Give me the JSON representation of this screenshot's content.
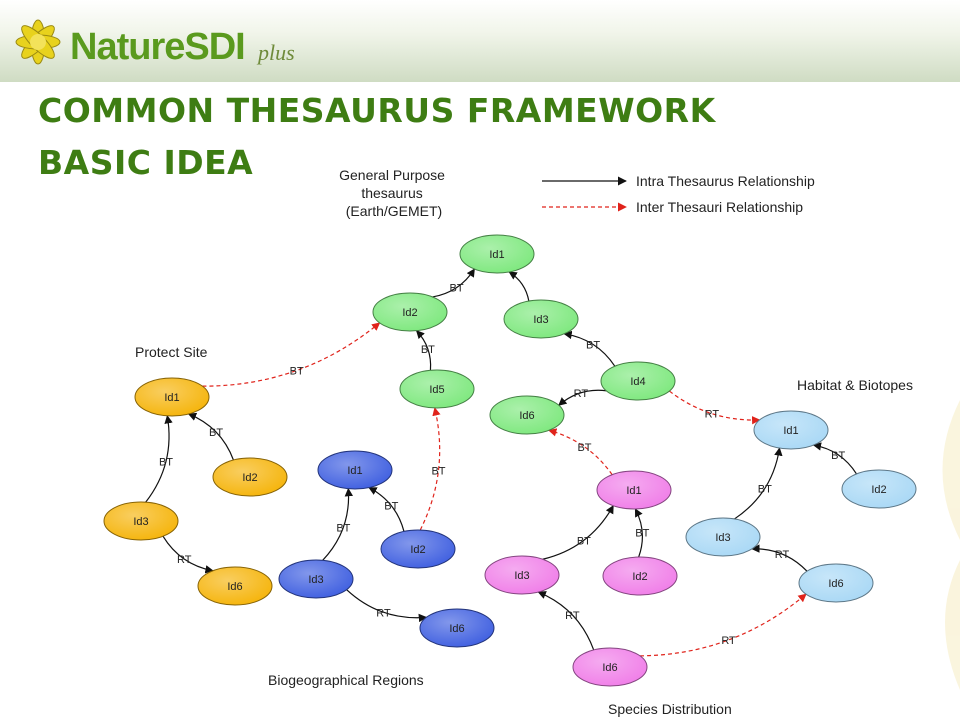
{
  "logo": {
    "brand": "NatureSDI",
    "suffix": "plus"
  },
  "title": {
    "line1": "COMMON THESAURUS FRAMEWORK",
    "line2": "BASIC IDEA"
  },
  "legend": {
    "intra": "Intra Thesaurus Relationship",
    "inter": "Inter Thesauri Relationship"
  },
  "groups": {
    "general": {
      "label": [
        "General Purpose",
        "thesaurus",
        "(Earth/GEMET)"
      ],
      "color": "#7ee87e"
    },
    "protect": {
      "label": [
        "Protect Site"
      ],
      "color": "#f5b40a"
    },
    "habitat": {
      "label": [
        "Habitat & Biotopes"
      ],
      "color": "#a9d8f5"
    },
    "bio": {
      "label": [
        "Biogeographical Regions"
      ],
      "color": "#3f5fe0"
    },
    "species": {
      "label": [
        "Species Distribution"
      ],
      "color": "#f07ee8"
    }
  },
  "nodes": [
    {
      "id": "g1",
      "group": "general",
      "label": "Id1"
    },
    {
      "id": "g2",
      "group": "general",
      "label": "Id2"
    },
    {
      "id": "g3",
      "group": "general",
      "label": "Id3"
    },
    {
      "id": "g4",
      "group": "general",
      "label": "Id4"
    },
    {
      "id": "g5",
      "group": "general",
      "label": "Id5"
    },
    {
      "id": "g6",
      "group": "general",
      "label": "Id6"
    },
    {
      "id": "p1",
      "group": "protect",
      "label": "Id1"
    },
    {
      "id": "p2",
      "group": "protect",
      "label": "Id2"
    },
    {
      "id": "p3",
      "group": "protect",
      "label": "Id3"
    },
    {
      "id": "p6",
      "group": "protect",
      "label": "Id6"
    },
    {
      "id": "b1",
      "group": "bio",
      "label": "Id1"
    },
    {
      "id": "b2",
      "group": "bio",
      "label": "Id2"
    },
    {
      "id": "b3",
      "group": "bio",
      "label": "Id3"
    },
    {
      "id": "b6",
      "group": "bio",
      "label": "Id6"
    },
    {
      "id": "s1",
      "group": "species",
      "label": "Id1"
    },
    {
      "id": "s2",
      "group": "species",
      "label": "Id2"
    },
    {
      "id": "s3",
      "group": "species",
      "label": "Id3"
    },
    {
      "id": "s6",
      "group": "species",
      "label": "Id6"
    },
    {
      "id": "h1",
      "group": "habitat",
      "label": "Id1"
    },
    {
      "id": "h2",
      "group": "habitat",
      "label": "Id2"
    },
    {
      "id": "h3",
      "group": "habitat",
      "label": "Id3"
    },
    {
      "id": "h6",
      "group": "habitat",
      "label": "Id6"
    }
  ],
  "edges": [
    {
      "from": "g2",
      "to": "g1",
      "label": "BT",
      "kind": "intra"
    },
    {
      "from": "g3",
      "to": "g1",
      "label": "",
      "kind": "intra"
    },
    {
      "from": "g4",
      "to": "g3",
      "label": "BT",
      "kind": "intra"
    },
    {
      "from": "g5",
      "to": "g2",
      "label": "BT",
      "kind": "intra"
    },
    {
      "from": "g4",
      "to": "g6",
      "label": "RT",
      "kind": "intra"
    },
    {
      "from": "p2",
      "to": "p1",
      "label": "BT",
      "kind": "intra"
    },
    {
      "from": "p3",
      "to": "p1",
      "label": "BT",
      "kind": "intra"
    },
    {
      "from": "p3",
      "to": "p6",
      "label": "RT",
      "kind": "intra"
    },
    {
      "from": "b2",
      "to": "b1",
      "label": "BT",
      "kind": "intra"
    },
    {
      "from": "b3",
      "to": "b1",
      "label": "BT",
      "kind": "intra"
    },
    {
      "from": "b3",
      "to": "b6",
      "label": "RT",
      "kind": "intra"
    },
    {
      "from": "s2",
      "to": "s1",
      "label": "BT",
      "kind": "intra"
    },
    {
      "from": "s3",
      "to": "s1",
      "label": "BT",
      "kind": "intra"
    },
    {
      "from": "s6",
      "to": "s3",
      "label": "RT",
      "kind": "intra"
    },
    {
      "from": "h2",
      "to": "h1",
      "label": "BT",
      "kind": "intra"
    },
    {
      "from": "h3",
      "to": "h1",
      "label": "BT",
      "kind": "intra"
    },
    {
      "from": "h6",
      "to": "h3",
      "label": "RT",
      "kind": "intra"
    },
    {
      "from": "p1",
      "to": "g2",
      "label": "BT",
      "kind": "inter"
    },
    {
      "from": "b2",
      "to": "g5",
      "label": "BT",
      "kind": "inter"
    },
    {
      "from": "s1",
      "to": "g6",
      "label": "BT",
      "kind": "inter"
    },
    {
      "from": "g4",
      "to": "h1",
      "label": "RT",
      "kind": "inter"
    },
    {
      "from": "s6",
      "to": "h6",
      "label": "RT",
      "kind": "inter"
    }
  ],
  "colors": {
    "title": "#3e7d13",
    "inter_edge": "#e0231b",
    "intra_edge": "#111111"
  }
}
